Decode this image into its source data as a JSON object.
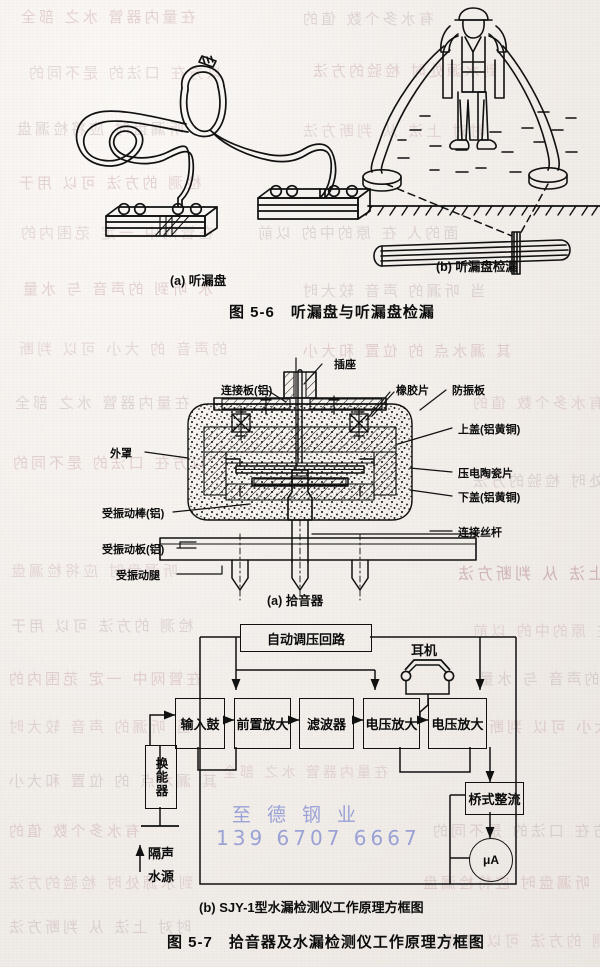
{
  "page": {
    "background_color": "#f2eeea",
    "ink_color": "#111111",
    "bleed_color": "#c9a7a7",
    "watermark_color": "#5566c8"
  },
  "watermark": {
    "company": "至德钢业",
    "phone": "139 6707 6667"
  },
  "figure_5_6": {
    "subcaption_a": "(a) 听漏盘",
    "subcaption_b": "(b) 听漏盘检漏",
    "caption_number": "图 5-6",
    "caption_title": "听漏盘与听漏盘检漏",
    "caption_full": "图 5-6　听漏盘与听漏盘检漏"
  },
  "figure_5_7": {
    "part_a": {
      "subcaption": "(a) 拾音器",
      "labels": {
        "socket": "插座",
        "connecting_plate": "连接板(铝)",
        "rubber_sheet": "橡胶片",
        "anti_vibration_plate": "防振板",
        "outer_cover": "外罩",
        "upper_cover": "上盖(铝黄铜)",
        "piezo_ceramic": "压电陶瓷片",
        "lower_cover": "下盖(铝黄铜)",
        "vibration_rod": "受振动棒(铝)",
        "vibration_plate": "受振动板(铝)",
        "vibration_leg": "受振动腿",
        "connecting_screw": "连接丝杆"
      }
    },
    "part_b": {
      "subcaption": "(b) SJY-1型水漏检测仪工作原理方框图",
      "blocks": [
        {
          "id": "auto-voltage-loop",
          "label": "自动调压回路"
        },
        {
          "id": "transducer",
          "label": "换能器"
        },
        {
          "id": "input-drum",
          "label": "输入鼓"
        },
        {
          "id": "pre-amplifier",
          "label": "前置放大"
        },
        {
          "id": "filter",
          "label": "滤波器"
        },
        {
          "id": "voltage-amplifier-1",
          "label": "电压放大"
        },
        {
          "id": "voltage-amplifier-2",
          "label": "电压放大"
        },
        {
          "id": "bridge-rectifier",
          "label": "桥式整流"
        },
        {
          "id": "microammeter",
          "label": "μA"
        }
      ],
      "annotations": {
        "earphone": "耳机",
        "sound_insulation_source": "隔声\n水源",
        "sound_insulation_line1": "隔声",
        "sound_insulation_line2": "水源"
      }
    },
    "caption_number": "图 5-7",
    "caption_title": "拾音器及水漏检测仪工作原理方框图",
    "caption_full": "图 5-7　拾音器及水漏检测仪工作原理方框图"
  },
  "bleed_text": {
    "lines": [
      "在量内器管 水之 部全",
      "有水多个数 值的",
      "以方在 口法的 是不同的",
      "到水源处时 检验的方法",
      "听漏盘时 应将检漏盘",
      "时对 上法 从 判断方法",
      "检测 的方法 可以 用于",
      "面的人 在 原的中的 以前",
      "在管网中 一定 范围内的",
      "水 听到 的声音 与 水量",
      "当 听漏的 声音 较大时",
      "的声音 的 大小 可以 判断",
      "其 漏水点 的 位置 和大小"
    ]
  }
}
